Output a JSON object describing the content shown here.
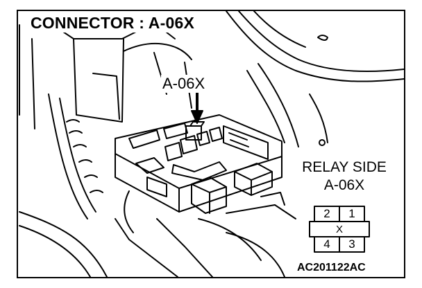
{
  "title": "CONNECTOR : A-06X",
  "callout_label": "A-06X",
  "relay_view": {
    "side_label": "RELAY SIDE",
    "connector_label": "A-06X",
    "pins": {
      "top_left": "2",
      "top_right": "1",
      "center": "X",
      "bottom_left": "4",
      "bottom_right": "3"
    }
  },
  "figure_code": "AC201122AC",
  "colors": {
    "line": "#000000",
    "background": "#ffffff"
  }
}
